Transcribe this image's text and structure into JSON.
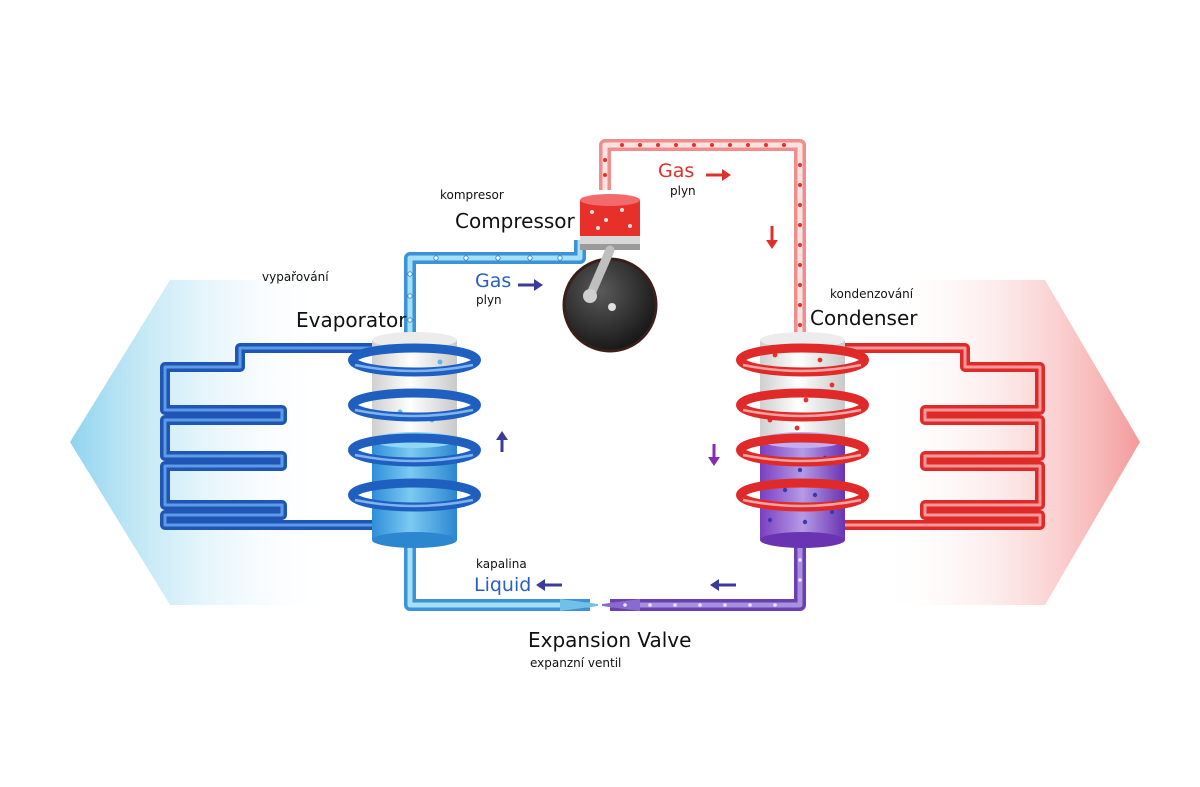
{
  "labels": {
    "compressor_cz": "kompresor",
    "compressor": "Compressor",
    "gas_hot": "Gas",
    "gas_hot_cz": "plyn",
    "gas_cold": "Gas",
    "gas_cold_cz": "plyn",
    "evaporator_cz": "vypařování",
    "evaporator": "Evaporator",
    "condenser_cz": "kondenzování",
    "condenser": "Condenser",
    "liquid_cz": "kapalina",
    "liquid": "Liquid",
    "expansion_valve": "Expansion Valve",
    "expansion_valve_cz": "expanzní ventil"
  },
  "colors": {
    "cold": "#2e6fd1",
    "cold_light": "#7fd0f0",
    "hot": "#e8302a",
    "hot_light": "#f6b4b4",
    "mixed": "#6a3fb0",
    "label_cold": "#2a5fc0",
    "label_hot": "#e0302a",
    "arrow": "#3b3b9a"
  }
}
